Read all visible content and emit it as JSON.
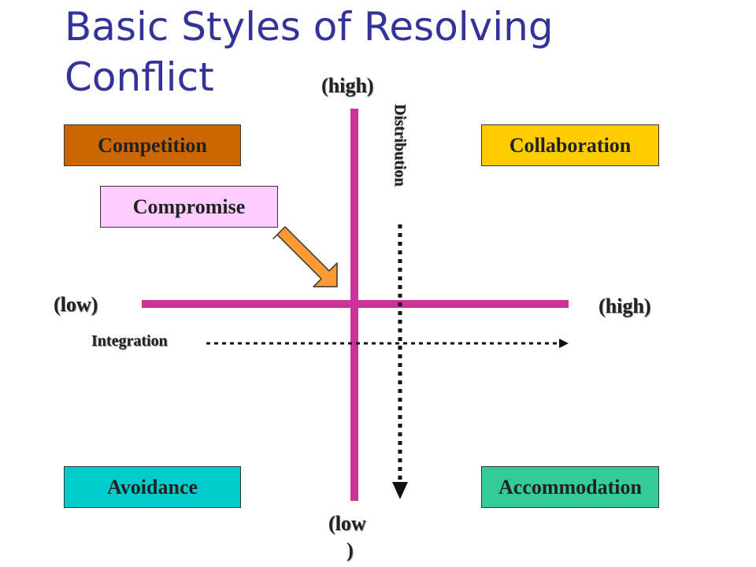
{
  "title": "Basic Styles of Resolving Conflict",
  "axes": {
    "vertical_high": "(high)",
    "vertical_low_line1": "(low",
    "vertical_low_line2": ")",
    "horizontal_low": "(low)",
    "horizontal_high": "(high)",
    "distribution_label": "Distribution",
    "integration_label": "Integration"
  },
  "styles": {
    "competition": "Competition",
    "collaboration": "Collaboration",
    "compromise": "Compromise",
    "avoidance": "Avoidance",
    "accommodation": "Accommodation"
  },
  "colors": {
    "title": "#333399",
    "axis": "#cc3399",
    "competition": "#cc6600",
    "collaboration": "#ffcc00",
    "compromise": "#ffccff",
    "avoidance": "#00cccc",
    "accommodation": "#33cc99",
    "pointer_arrow": "#ff9933"
  }
}
